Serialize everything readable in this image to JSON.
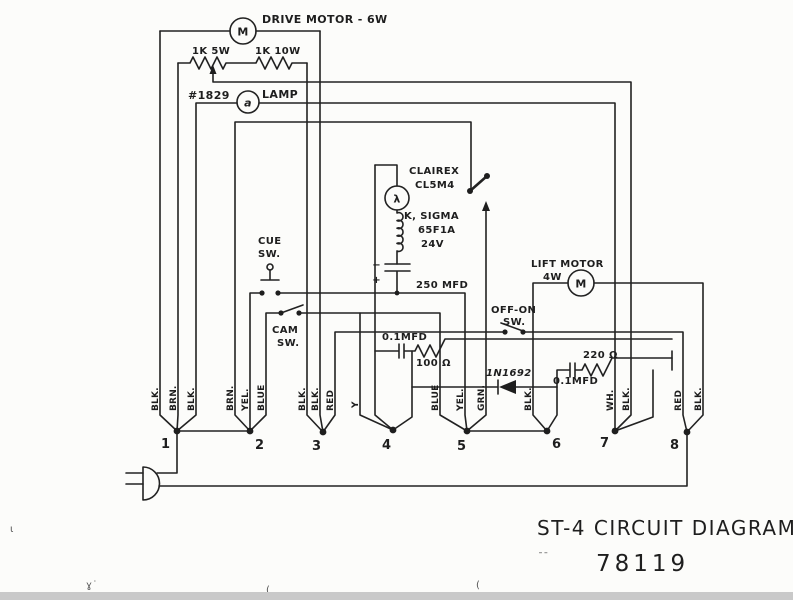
{
  "title": {
    "line1": "ST-4 CIRCUIT DIAGRAM",
    "line2": "78119"
  },
  "components": {
    "drive_motor": {
      "label": "DRIVE MOTOR - 6W",
      "symbol": "M"
    },
    "resistor_1k5w": "1K 5W",
    "resistor_1k10w": "1K 10W",
    "lamp": {
      "part_no": "#1829",
      "symbol": "a",
      "label": "LAMP"
    },
    "cue_switch": {
      "line1": "CUE",
      "line2": "SW."
    },
    "cam_switch": {
      "line1": "CAM",
      "line2": "SW."
    },
    "photocell": {
      "brand": "CLAIREX",
      "model": "CL5M4",
      "symbol": "λ"
    },
    "relay": {
      "line1": "K, SIGMA",
      "line2": "65F1A",
      "line3": "24V"
    },
    "cap_250": {
      "label": "250 MFD",
      "minus": "−",
      "plus": "+"
    },
    "off_on_switch": {
      "line1": "OFF-ON",
      "line2": "SW."
    },
    "lift_motor": {
      "line1": "LIFT MOTOR",
      "line2": "4W",
      "symbol": "M"
    },
    "cap_01_a": "0.1MFD",
    "resistor_100": "100 Ω",
    "diode": "1N1692",
    "resistor_220": "220 Ω",
    "cap_01_b": "0.1MFD"
  },
  "terminals": [
    {
      "number": "1",
      "wires": [
        "BLK.",
        "BRN.",
        "BLK."
      ]
    },
    {
      "number": "2",
      "wires": [
        "BRN.",
        "YEL.",
        "BLUE"
      ]
    },
    {
      "number": "3",
      "wires": [
        "BLK.",
        "BLK.",
        "RED"
      ]
    },
    {
      "number": "4",
      "wires": [
        "Y"
      ]
    },
    {
      "number": "5",
      "wires": [
        "BLUE",
        "YEL.",
        "GRN."
      ]
    },
    {
      "number": "6",
      "wires": [
        "BLK."
      ]
    },
    {
      "number": "7",
      "wires": [
        "WH.",
        "BLK."
      ]
    },
    {
      "number": "8",
      "wires": [
        "RED",
        "BLK."
      ]
    }
  ],
  "stray_marks": {
    "m1": "ι",
    "m2": "ɣ˙",
    "m3": "(",
    "m4": "(",
    "m5": "ˉˉ"
  }
}
